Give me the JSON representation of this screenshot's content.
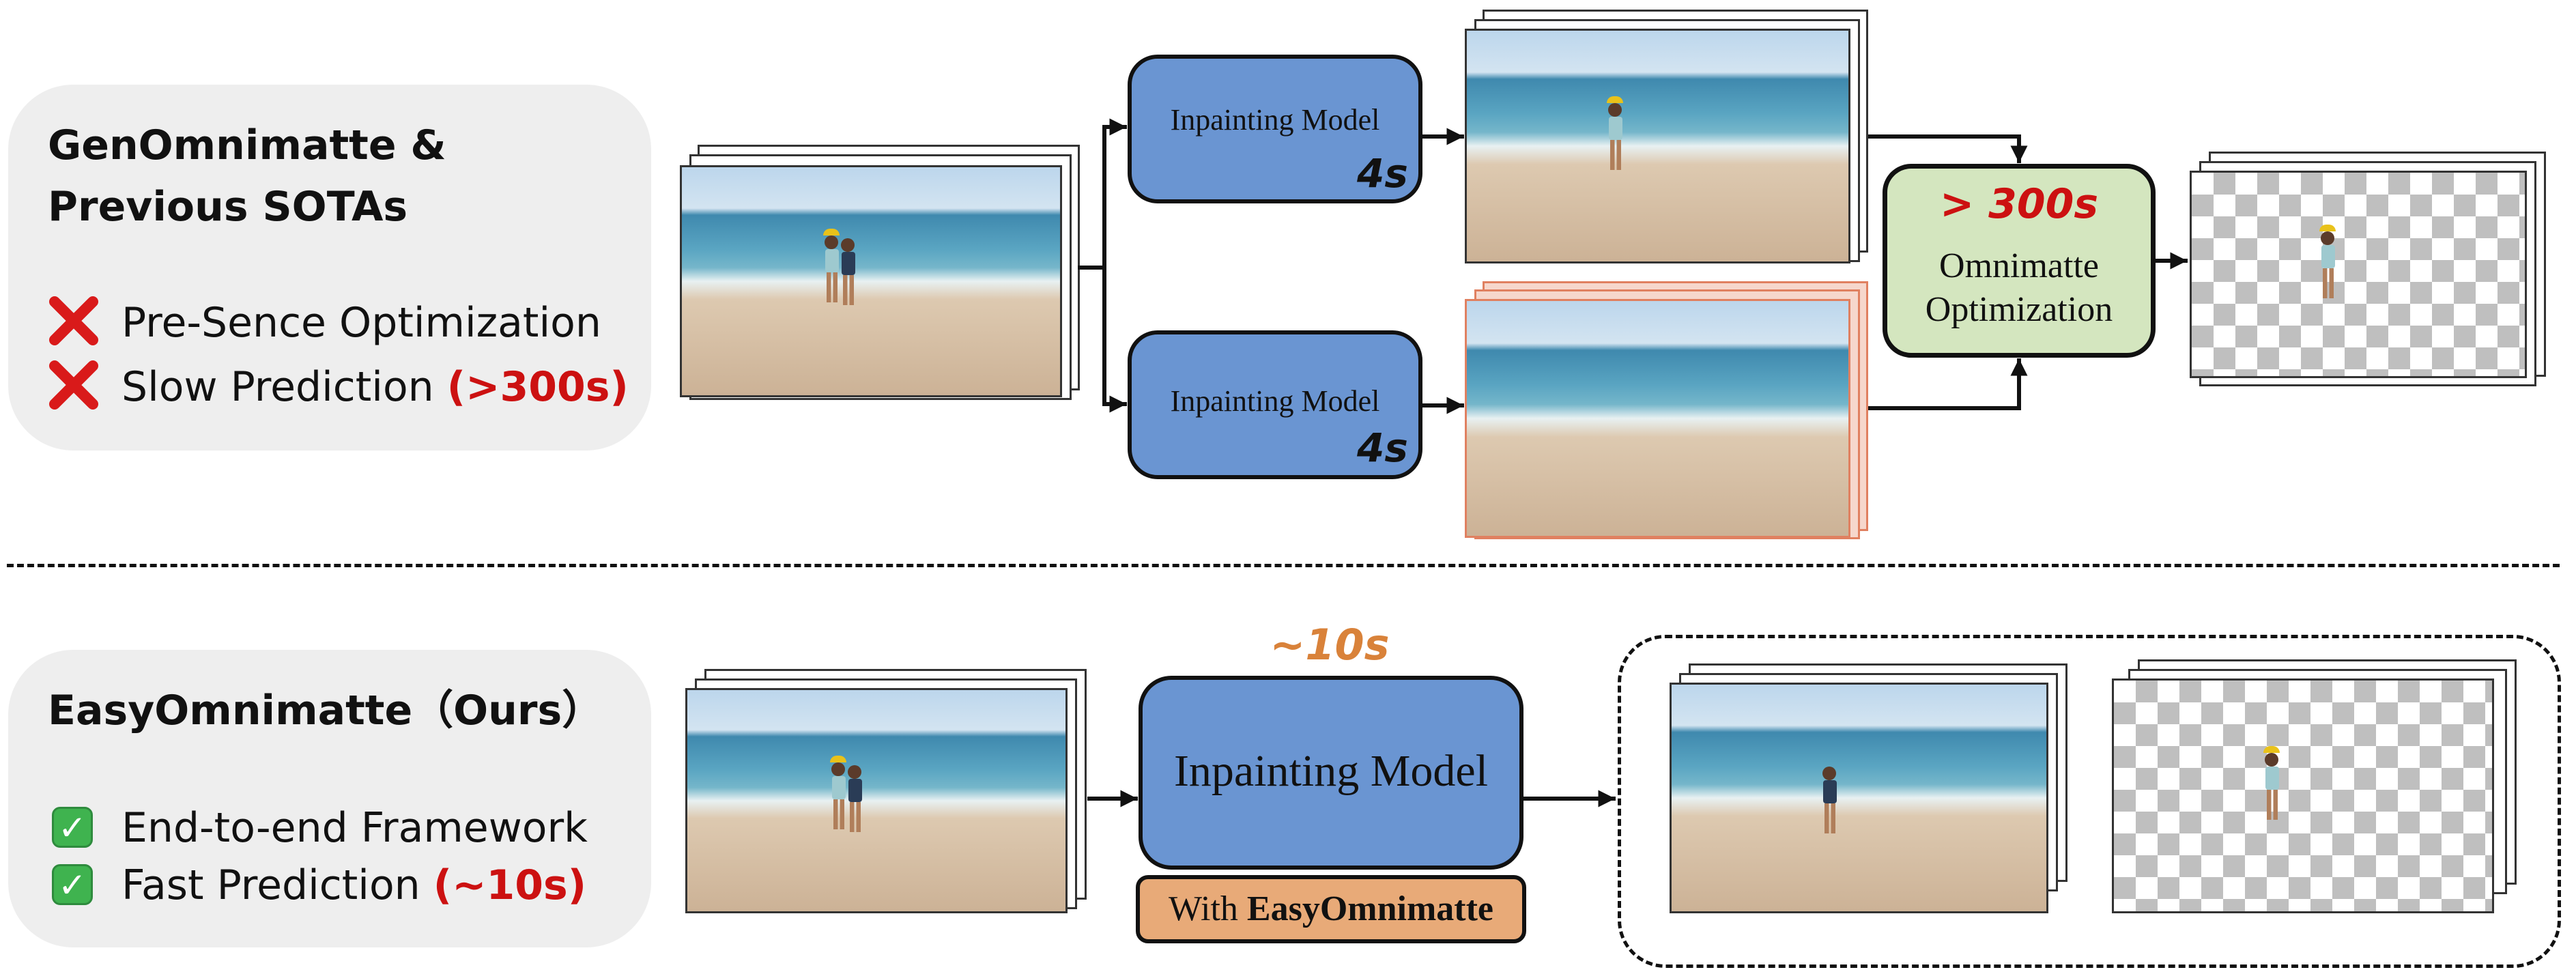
{
  "top_panel": {
    "title_line1": "GenOmnimatte &",
    "title_line2": "Previous SOTAs",
    "items": [
      {
        "text": "Pre-Sence Optimization",
        "highlight": ""
      },
      {
        "text": "Slow Prediction ",
        "highlight": "(>300s)"
      }
    ],
    "item_icon": "cross-mark-icon"
  },
  "bottom_panel": {
    "title": "EasyOmnimatte（Ours）",
    "items": [
      {
        "text": "End-to-end Framework",
        "highlight": ""
      },
      {
        "text": "Fast Prediction ",
        "highlight": "(~10s)"
      }
    ],
    "item_icon": "check-mark-icon"
  },
  "top_flow": {
    "model_upper": {
      "label": "Inpainting Model",
      "time": "4s"
    },
    "model_lower": {
      "label": "Inpainting Model",
      "time": "4s"
    },
    "optimization": {
      "time": "> 300s",
      "label_line1": "Omnimatte",
      "label_line2": "Optimization"
    }
  },
  "bottom_flow": {
    "time": "~10s",
    "model": {
      "label": "Inpainting Model"
    },
    "addon": {
      "prefix": "With ",
      "name": "EasyOmnimatte"
    }
  },
  "colors": {
    "model_box": "#6a95d2",
    "optimization_box": "#d4e6bf",
    "addon_box": "#e8aa78",
    "panel": "#eeeeee",
    "highlight_red": "#cc1111",
    "time_orange": "#d9823a"
  }
}
